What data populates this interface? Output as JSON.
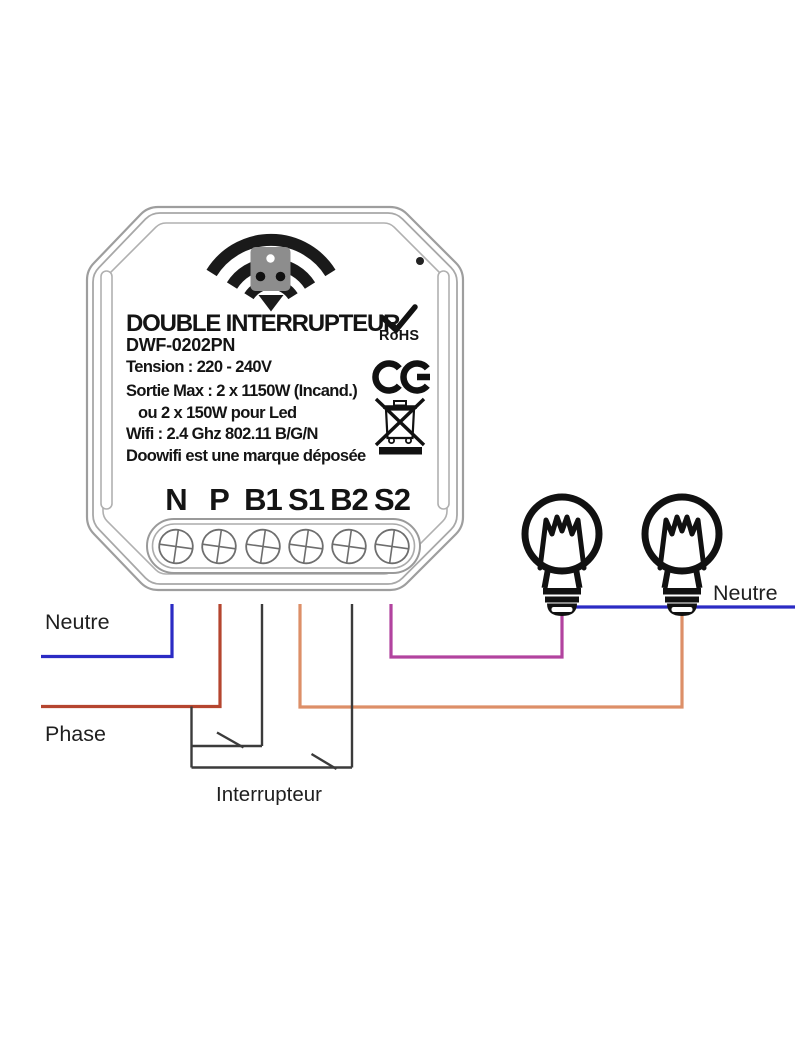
{
  "device": {
    "title": "DOUBLE INTERRUPTEUR",
    "model": "DWF-0202PN",
    "specs": [
      "Tension : 220 - 240V",
      "Sortie Max : 2 x 1150W (Incand.)",
      "ou 2 x 150W pour Led",
      "Wifi : 2.4 Ghz 802.11 B/G/N",
      "Doowifi est une marque déposée"
    ],
    "rohs_label": "RoHS",
    "ce_label": "CE",
    "terminals": [
      "N",
      "P",
      "B1",
      "S1",
      "B2",
      "S2"
    ],
    "icons": [
      "wifi-socket-icon",
      "rohs-check-icon",
      "ce-mark-icon",
      "weee-bin-icon",
      "terminal-screw-icon"
    ]
  },
  "wiring": {
    "labels": {
      "neutre_left": "Neutre",
      "phase": "Phase",
      "interrupteur": "Interrupteur",
      "neutre_right": "Neutre"
    },
    "colors": {
      "neutral": "#2b2bc4",
      "phase": "#b5452f",
      "s1_lamp": "#dd8f68",
      "s2_lamp": "#b2439f",
      "switch_black": "#3b3b3b"
    },
    "lamp_icon": "light-bulb-icon",
    "lamp_count": 2
  },
  "outline_color": "#9e9e9e"
}
